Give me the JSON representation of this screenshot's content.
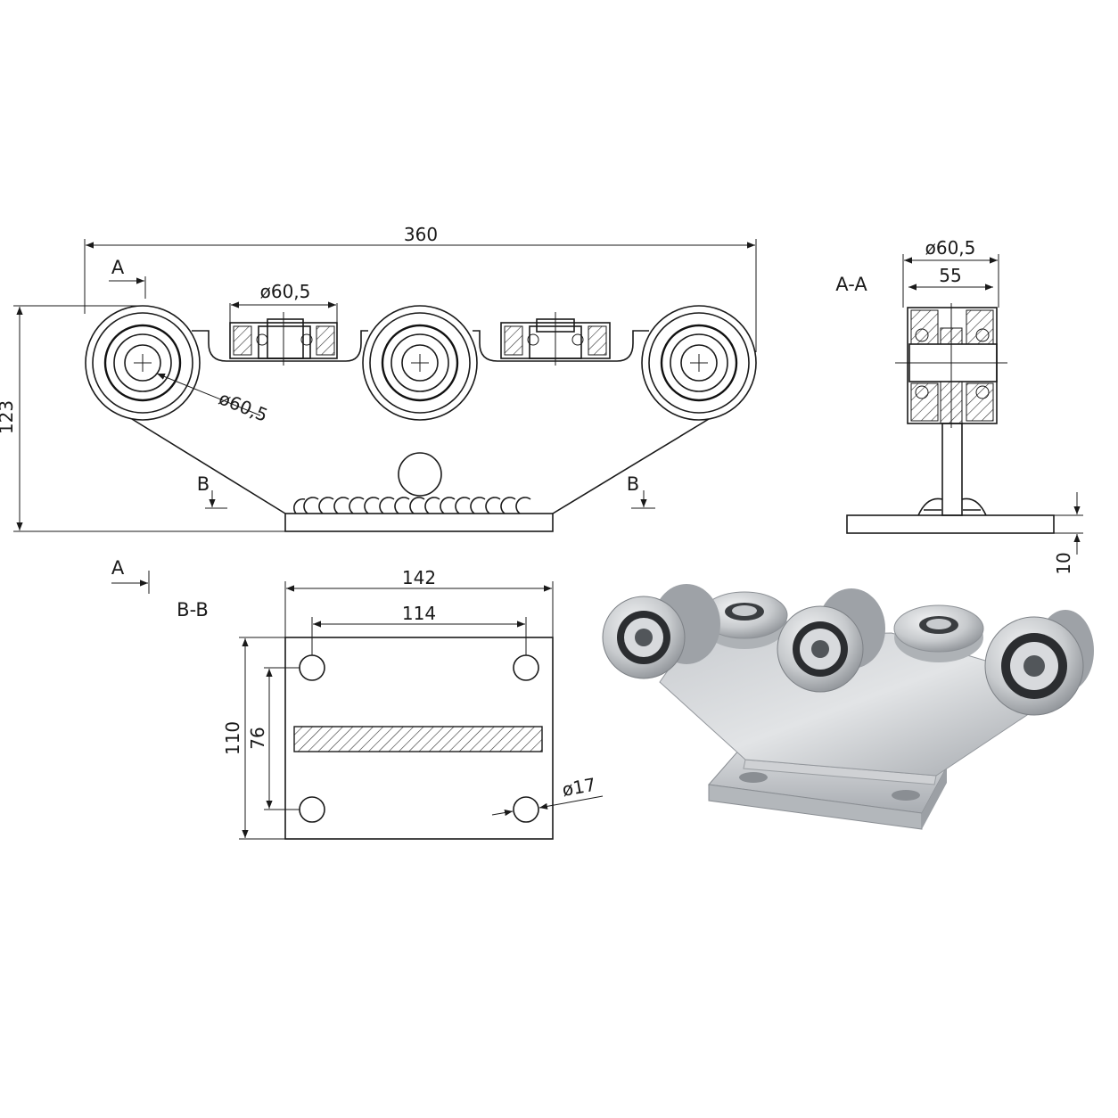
{
  "dimensions": {
    "overall_length": "360",
    "height": "123",
    "top_roller_diameter": "ø60,5",
    "side_roller_diameter": "ø60,5",
    "section_roller_diameter": "ø60,5",
    "section_width": "55",
    "plate_thickness": "10",
    "plate_length": "142",
    "hole_spacing_x": "114",
    "plate_width": "110",
    "hole_spacing_y": "76",
    "hole_diameter": "ø17"
  },
  "section_markers": {
    "a": "A",
    "b": "B",
    "aa_title": "A-A",
    "bb_title": "B-B"
  },
  "colors": {
    "line": "#1a1a1a",
    "steel_light": "#e4e6e8",
    "steel_mid": "#b9bcc0",
    "steel_dark": "#7d8186"
  }
}
